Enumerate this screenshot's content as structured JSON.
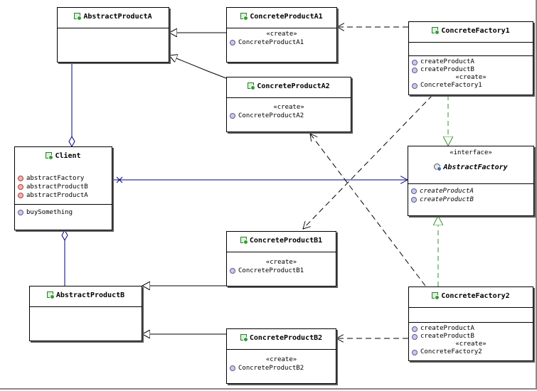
{
  "classes": {
    "abstract_product_a": {
      "name": "AbstractProductA"
    },
    "concrete_product_a1": {
      "name": "ConcreteProductA1",
      "stereotype": "«create»",
      "ctor": "ConcreteProductA1"
    },
    "concrete_product_a2": {
      "name": "ConcreteProductA2",
      "stereotype": "«create»",
      "ctor": "ConcreteProductA2"
    },
    "concrete_factory1": {
      "name": "ConcreteFactory1",
      "op1": "createProductA",
      "op2": "createProductB",
      "stereotype": "«create»",
      "ctor": "ConcreteFactory1"
    },
    "client": {
      "name": "Client",
      "attr1": "abstractFactory",
      "attr2": "abstractProductB",
      "attr3": "abstractProductA",
      "op1": "buySomething"
    },
    "abstract_factory": {
      "stereotype": "«interface»",
      "name": "AbstractFactory",
      "op1": "createProductA",
      "op2": "createProductB"
    },
    "concrete_product_b1": {
      "name": "ConcreteProductB1",
      "stereotype": "«create»",
      "ctor": "ConcreteProductB1"
    },
    "abstract_product_b": {
      "name": "AbstractProductB"
    },
    "concrete_factory2": {
      "name": "ConcreteFactory2",
      "op1": "createProductA",
      "op2": "createProductB",
      "stereotype": "«create»",
      "ctor": "ConcreteFactory2"
    },
    "concrete_product_b2": {
      "name": "ConcreteProductB2",
      "stereotype": "«create»",
      "ctor": "ConcreteProductB2"
    }
  },
  "colors": {
    "association": "#000080",
    "line": "#000000",
    "shadow": "#5a5a5a"
  }
}
